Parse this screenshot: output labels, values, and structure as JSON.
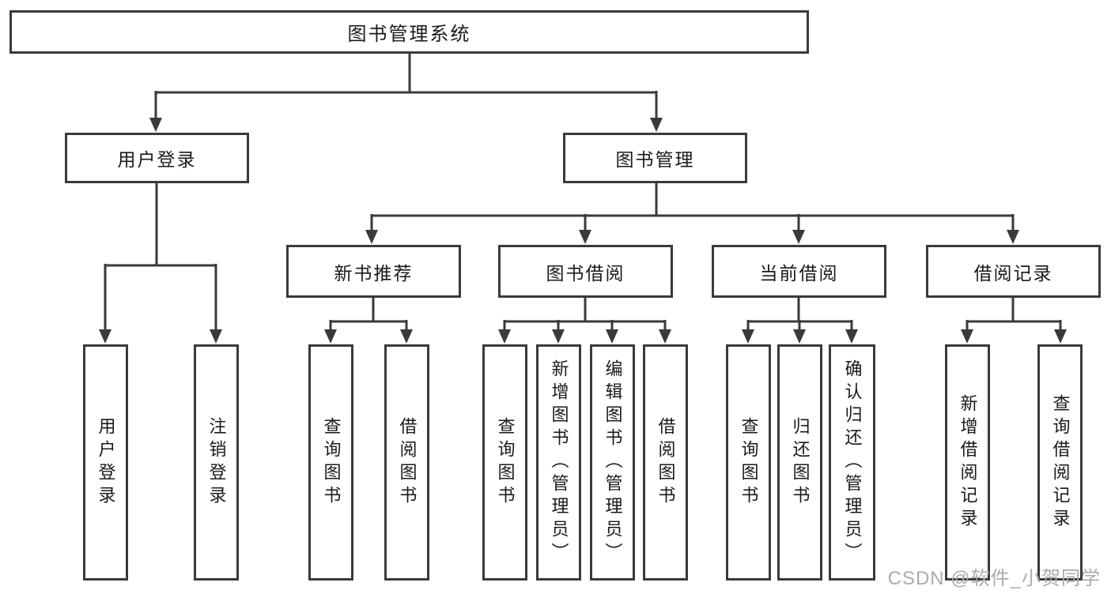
{
  "colors": {
    "box_border": "#3a3a3a",
    "connector_line": "#3a3a3a",
    "text": "#1a1a1a",
    "watermark_text": "#ababab",
    "background": "#ffffff"
  },
  "watermark": {
    "label": "CSDN @软件_小贺同学"
  },
  "tree": {
    "root": {
      "label": "图书管理系统"
    },
    "branches": [
      {
        "label": "用户登录",
        "children": [
          {
            "label": "用户登录"
          },
          {
            "label": "注销登录"
          }
        ]
      },
      {
        "label": "图书管理",
        "children": [
          {
            "label": "新书推荐",
            "children": [
              {
                "label": "查询图书"
              },
              {
                "label": "借阅图书"
              }
            ]
          },
          {
            "label": "图书借阅",
            "children": [
              {
                "label": "查询图书"
              },
              {
                "label": "新增图书（管理员）"
              },
              {
                "label": "编辑图书（管理员）"
              },
              {
                "label": "借阅图书"
              }
            ]
          },
          {
            "label": "当前借阅",
            "children": [
              {
                "label": "查询图书"
              },
              {
                "label": "归还图书"
              },
              {
                "label": "确认归还（管理员）"
              }
            ]
          },
          {
            "label": "借阅记录",
            "children": [
              {
                "label": "新增借阅记录"
              },
              {
                "label": "查询借阅记录"
              }
            ]
          }
        ]
      }
    ]
  }
}
